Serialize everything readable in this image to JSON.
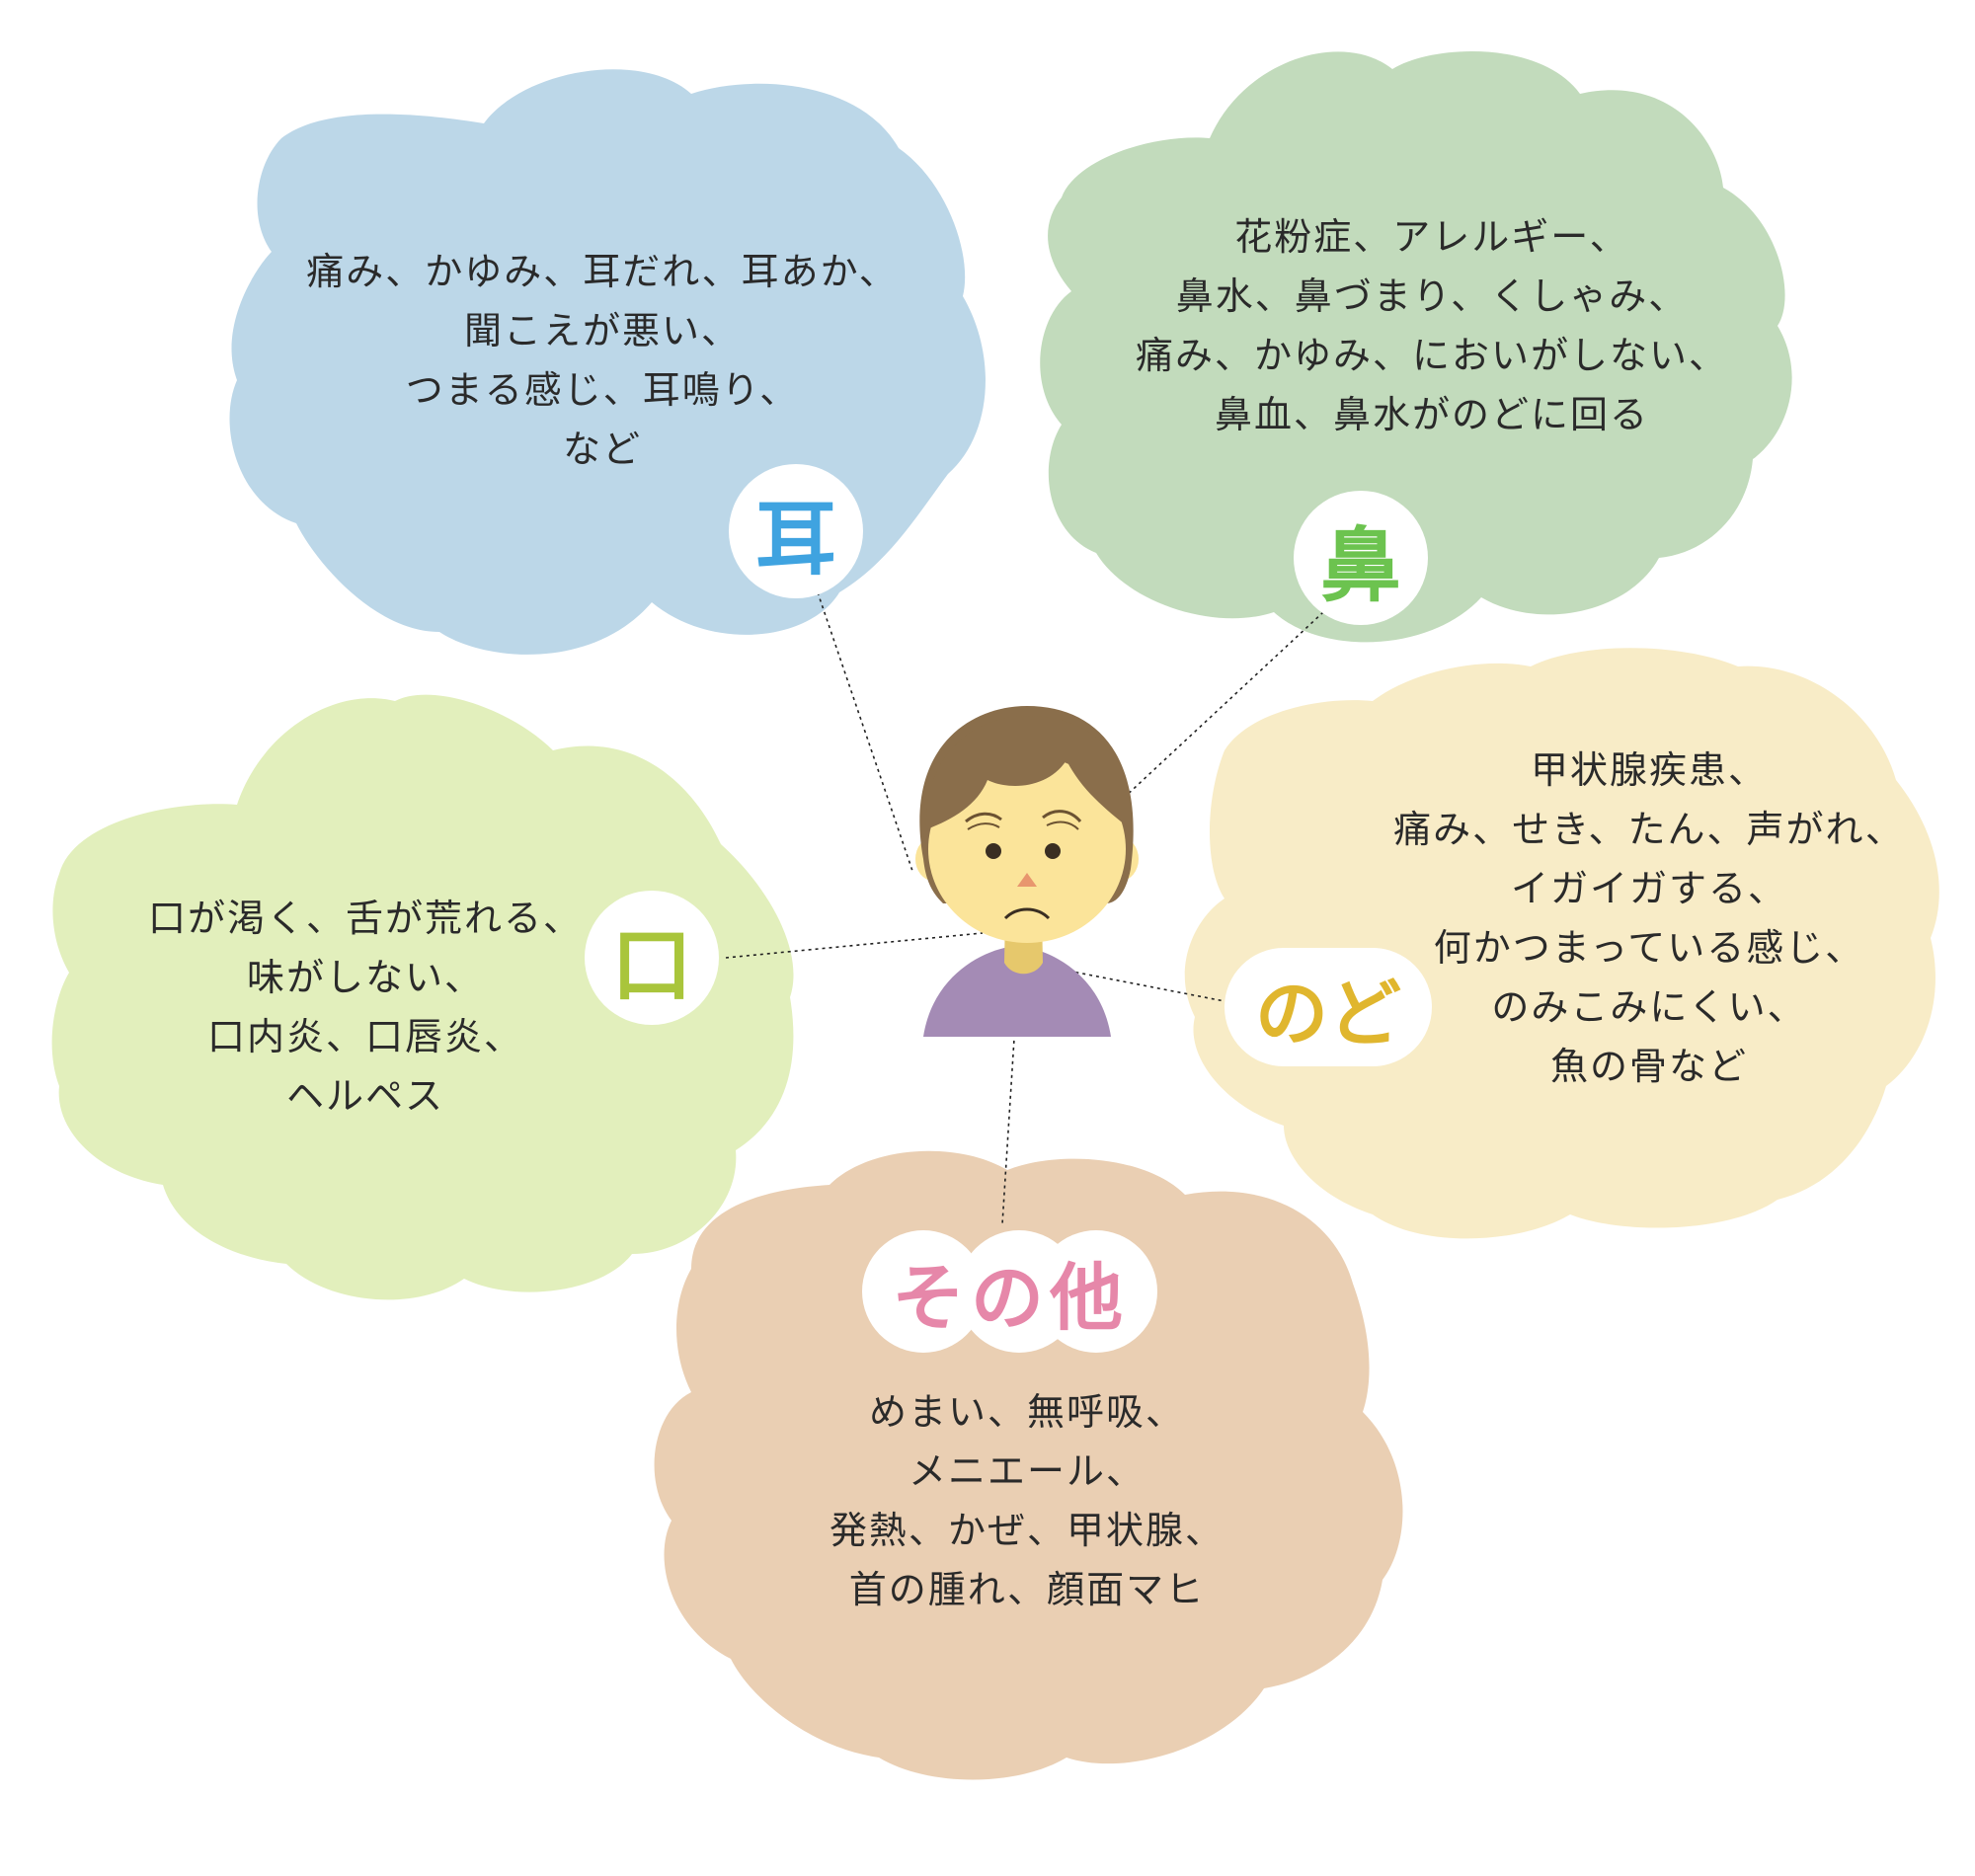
{
  "colors": {
    "ear_cloud": "#bcd7e8",
    "nose_cloud": "#c2dbbc",
    "mouth_cloud": "#e2efbc",
    "throat_cloud": "#f8ecc7",
    "other_cloud": "#eacfb3",
    "ear_label": "#3fa3e0",
    "nose_label": "#6cc34f",
    "mouth_label": "#a9c53b",
    "throat_label": "#e0b62e",
    "other_label": "#e687a9",
    "hair": "#8a6e4b",
    "skin": "#fbe49a",
    "shirt": "#a48bb5"
  },
  "ear": {
    "label": "耳",
    "lines": [
      "痛み、かゆみ、耳だれ、耳あか、",
      "聞こえが悪い、",
      "つまる感じ、耳鳴り、",
      "など"
    ]
  },
  "nose": {
    "label": "鼻",
    "lines": [
      "花粉症、アレルギー、",
      "鼻水、鼻づまり、くしゃみ、",
      "痛み、かゆみ、においがしない、",
      "鼻血、鼻水がのどに回る"
    ]
  },
  "mouth": {
    "label": "口",
    "lines": [
      "口が渇く、舌が荒れる、",
      "味がしない、",
      "口内炎、口唇炎、",
      "ヘルペス"
    ]
  },
  "throat": {
    "label": "のど",
    "lines": [
      "甲状腺疾患、",
      "痛み、せき、たん、声がれ、",
      "イガイガする、",
      "何かつまっている感じ、",
      "のみこみにくい、",
      "魚の骨など"
    ]
  },
  "other": {
    "label": "その他",
    "lines": [
      "めまい、無呼吸、",
      "メニエール、",
      "発熱、かぜ、甲状腺、",
      "首の腫れ、顔面マヒ"
    ]
  }
}
